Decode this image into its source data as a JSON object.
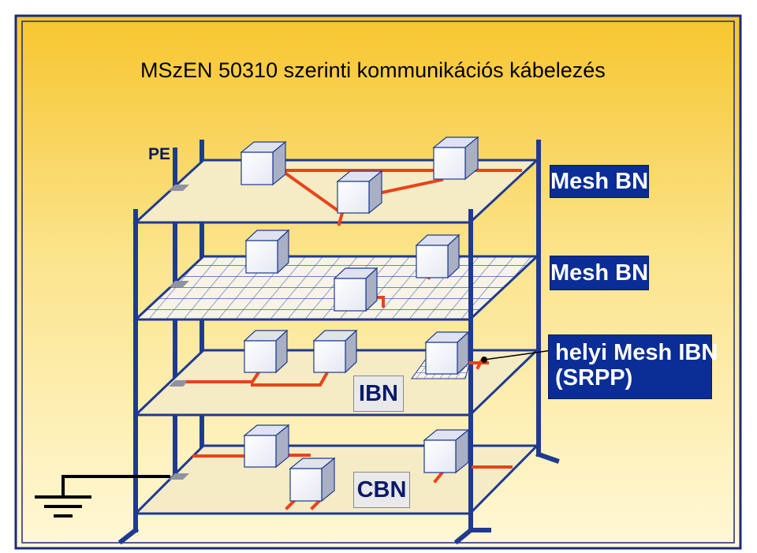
{
  "title": "MSzEN 50310 szerinti kommunikációs kábelezés",
  "labels": {
    "pe": "PE",
    "mesh_bn_top": "Mesh BN",
    "mesh_bn_mid": "Mesh BN",
    "local_mesh_ibn_line1": "helyi Mesh IBN",
    "local_mesh_ibn_line2": "(SRPP)",
    "ibn": "IBN",
    "cbn": "CBN"
  },
  "colors": {
    "frame_blue": "#1f3a8f",
    "conductor_red": "#e8431b",
    "shelf_fill": "#f5ebc4",
    "grid_line": "#2a4cb0",
    "ground_black": "#000000",
    "tag_fill": "#0a2d96",
    "background_top": "#f7c52e",
    "background_bottom": "#fff8d6"
  }
}
